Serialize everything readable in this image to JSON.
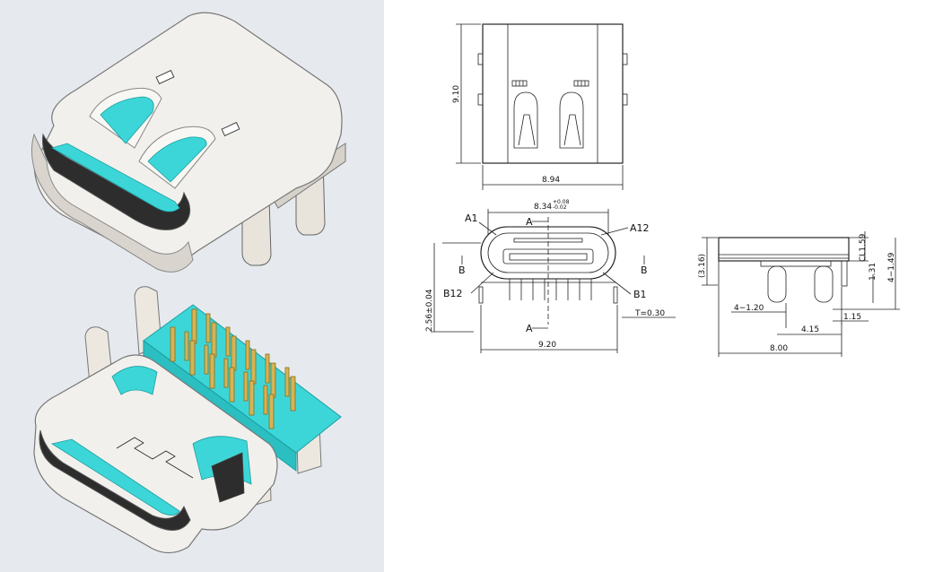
{
  "colors": {
    "panel_bg": "#e6eaee",
    "shell": "#f2f0ec",
    "shell_shade": "#cfcbc4",
    "insulator": "#3dd6d8",
    "pins": "#d4b456",
    "line": "#111111"
  },
  "top_view": {
    "height_dim": "9.10",
    "width_dim": "8.94"
  },
  "front_view": {
    "opening_dim": "8.34",
    "opening_tol_plus": "+0.08",
    "opening_tol_minus": "-0.02",
    "height_dim": "2.56±0.04",
    "width_dim": "9.20",
    "thickness_note": "T=0.30",
    "section_a_top": "A",
    "section_a_bottom": "A",
    "section_b_left": "B",
    "section_b_right": "B",
    "pin_a1": "A1",
    "pin_a12": "A12",
    "pin_b12": "B12",
    "pin_b1": "B1"
  },
  "side_view": {
    "ref_height": "(3.16)",
    "chamfer_note": "CL1.59",
    "pad_dim": "4−1.49",
    "offset_dim": "1.31",
    "leg_dim": "4−1.20",
    "spacing_dim": "4.15",
    "tail_dim": "1.15",
    "length_dim": "8.00"
  }
}
